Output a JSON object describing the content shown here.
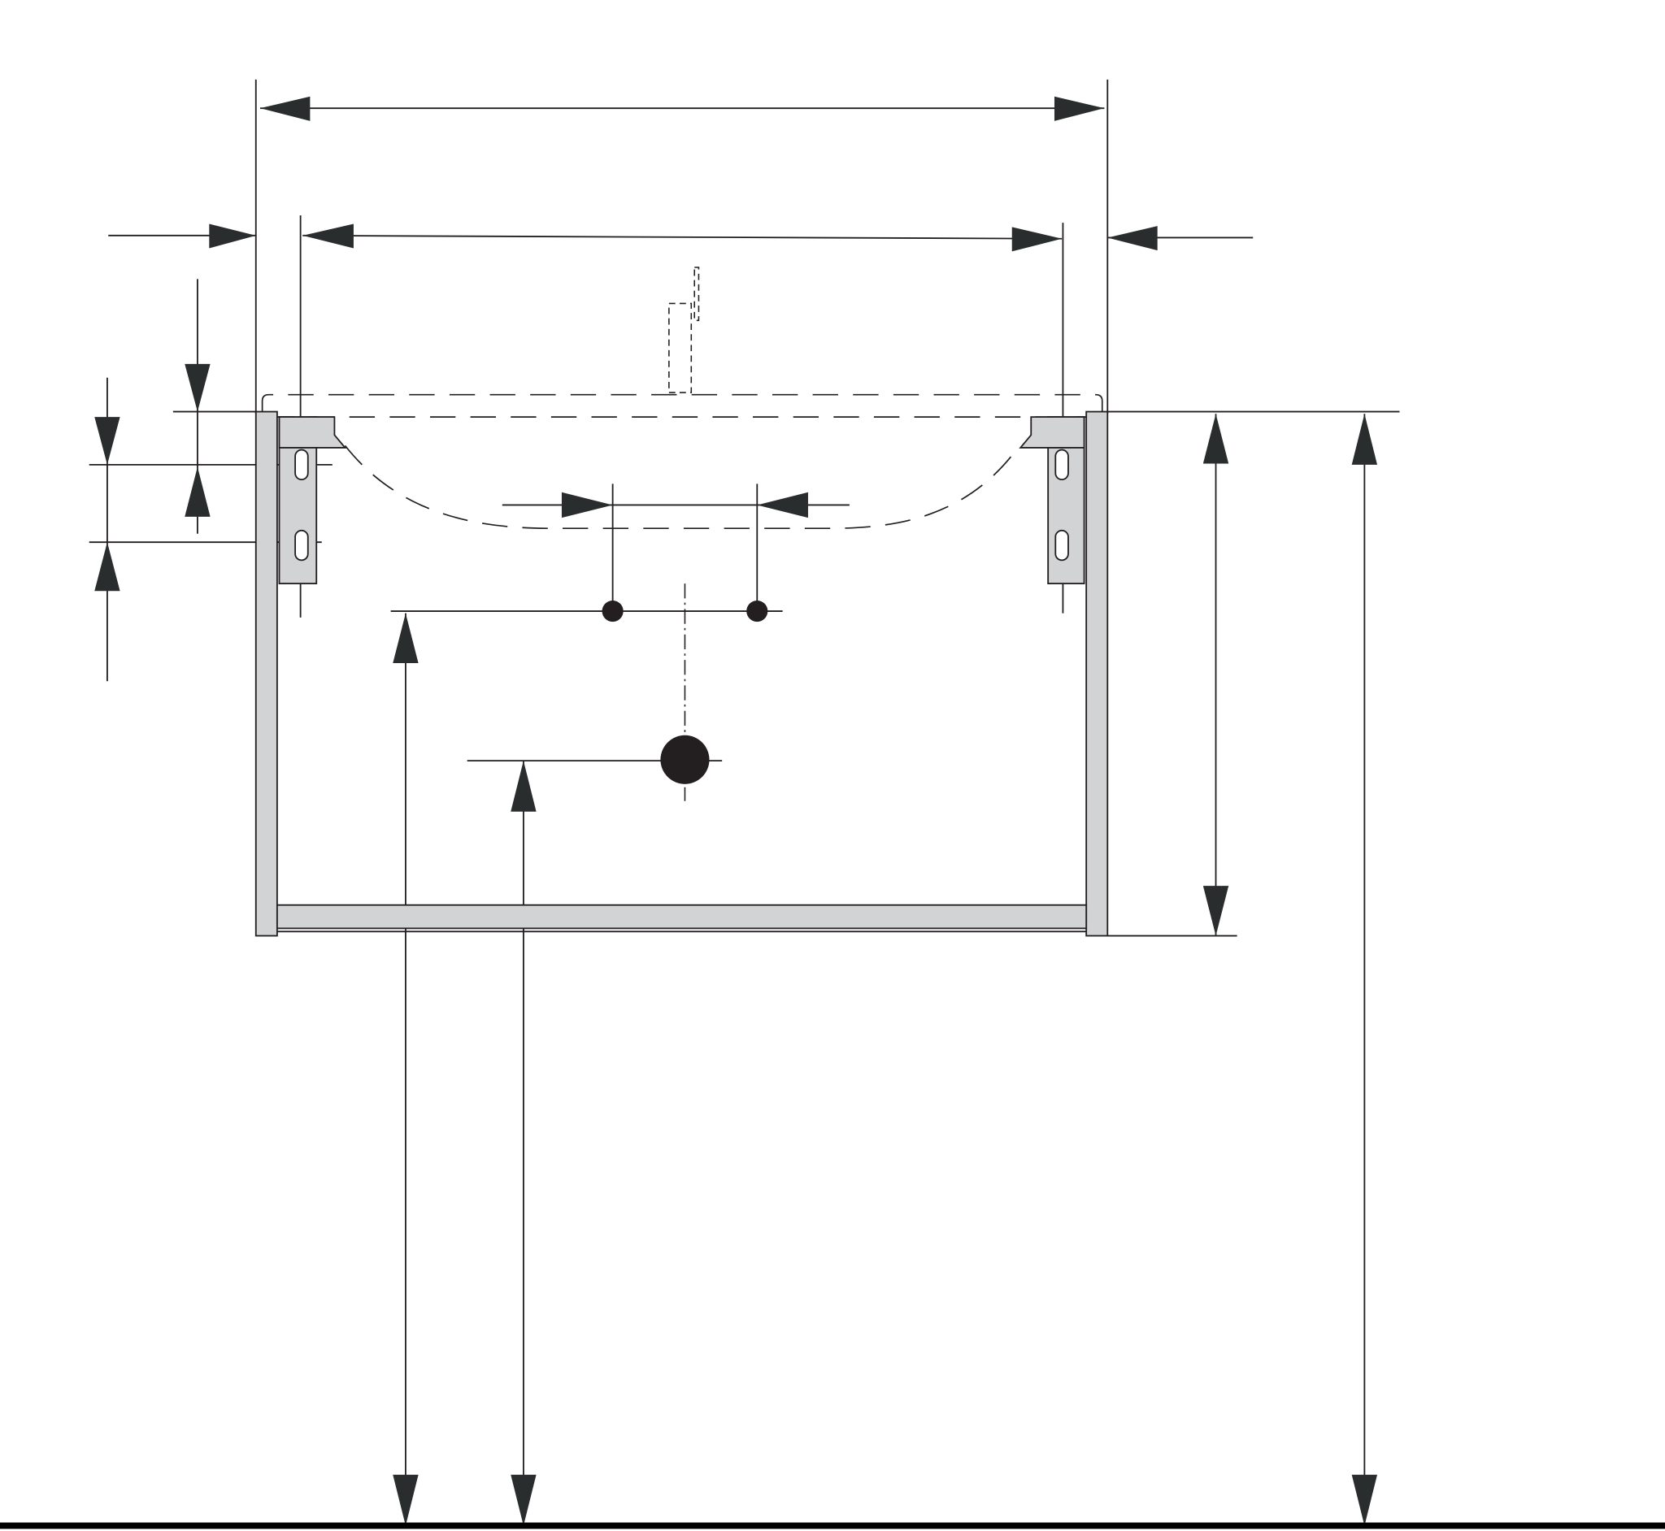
{
  "drawing": {
    "subject": "",
    "colors": {
      "line": "#231f20",
      "arrow": "#2a2d2e",
      "panel_fill": "#d1d3d4",
      "background": "#ffffff"
    },
    "icons": [
      "arrowhead",
      "tap-hole-dot",
      "drain-hole"
    ]
  }
}
